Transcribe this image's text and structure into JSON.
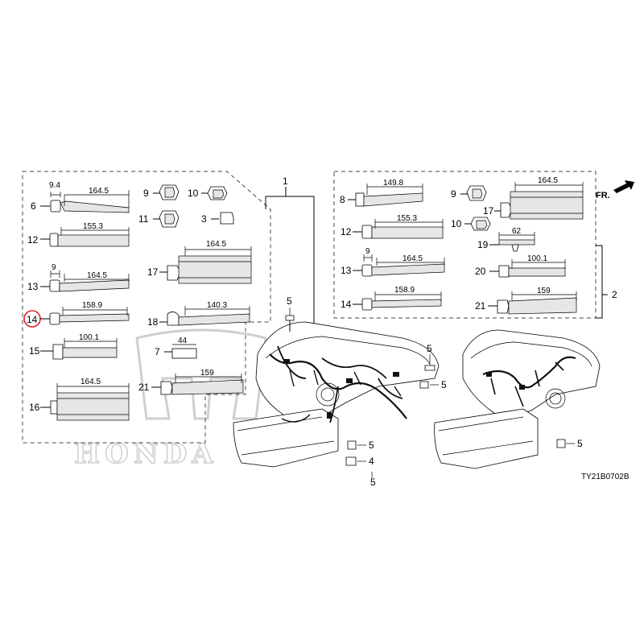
{
  "callouts": {
    "c1": "1",
    "c2": "2",
    "c3": "3",
    "c4": "4",
    "c5a": "5",
    "c5b": "5",
    "c5c": "5",
    "c5d": "5",
    "c5e": "5",
    "c5f": "5",
    "c6": "6",
    "c7": "7",
    "c8": "8",
    "c9a": "9",
    "c9b": "9",
    "c10a": "10",
    "c10b": "10",
    "c11": "11",
    "c12a": "12",
    "c12b": "12",
    "c13a": "13",
    "c13b": "13",
    "c14a": "14",
    "c14b": "14",
    "c15": "15",
    "c16": "16",
    "c17a": "17",
    "c17b": "17",
    "c18": "18",
    "c19": "19",
    "c20": "20",
    "c21a": "21",
    "c21b": "21"
  },
  "dimensions": {
    "d6a": "9.4",
    "d6b": "164.5",
    "d12a": "155.3",
    "d13a": "9",
    "d13b": "164.5",
    "d14a": "158.9",
    "d15": "100.1",
    "d16": "164.5",
    "d17a": "164.5",
    "d18": "140.3",
    "d7": "44",
    "d21a": "159",
    "d8": "149.8",
    "d12b": "155.3",
    "d13c": "9",
    "d13d": "164.5",
    "d14b": "158.9",
    "d17b": "164.5",
    "d19": "62",
    "d20": "100.1",
    "d21b": "159"
  },
  "highlighted_callout": "14",
  "highlight_color": "#e0202a",
  "direction_label": "FR.",
  "diagram_code": "TY21B0702B",
  "watermark": {
    "logo": "honda-h-logo",
    "text": "HONDA"
  }
}
